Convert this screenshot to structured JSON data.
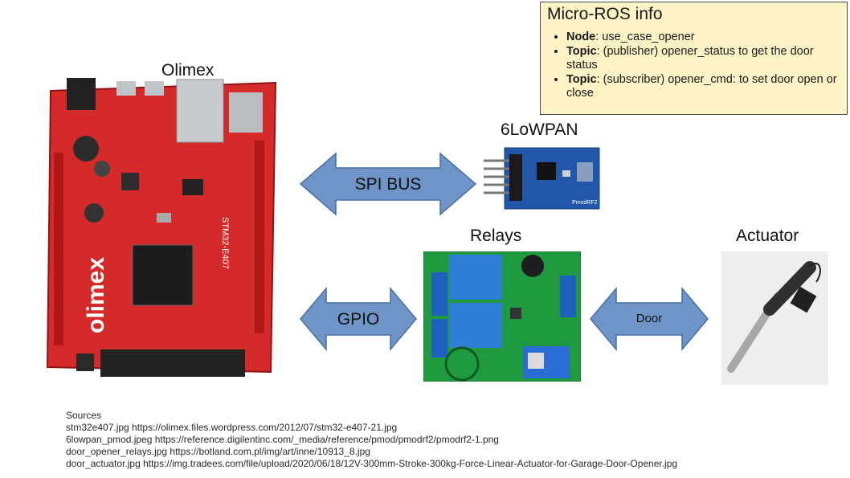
{
  "info_box": {
    "title": "Micro-ROS info",
    "items": [
      {
        "key": "Node",
        "text": ": use_case_opener"
      },
      {
        "key": "Topic",
        "text": ": (publisher) opener_status to get the door status"
      },
      {
        "key": "Topic",
        "text": ": (subscriber) opener_cmd: to set door open or close"
      }
    ]
  },
  "labels": {
    "olimex": "Olimex",
    "sixlowpan": "6LoWPAN",
    "relays": "Relays",
    "actuator": "Actuator"
  },
  "arrows": {
    "spi": "SPI BUS",
    "gpio": "GPIO",
    "door": "Door"
  },
  "board_text": {
    "olimex_brand": "olimex",
    "olimex_model": "STM32-E407",
    "pmod_model": "PmodRF2"
  },
  "sources": {
    "heading": "Sources",
    "lines": [
      "stm32e407.jpg https://olimex.files.wordpress.com/2012/07/stm32-e407-21.jpg",
      "6lowpan_pmod.jpeg https://reference.digilentinc.com/_media/reference/pmod/pmodrf2/pmodrf2-1.png",
      "door_opener_relays.jpg https://botland.com.pl/img/art/inne/10913_8.jpg",
      "door_actuator.jpg https://img.tradees.com/file/upload/2020/06/18/12V-300mm-Stroke-300kg-Force-Linear-Actuator-for-Garage-Door-Opener.jpg"
    ]
  },
  "colors": {
    "arrow_fill": "#6f95c8",
    "arrow_stroke": "#4a6fa0",
    "info_bg": "#fdf3c6",
    "board_red": "#d42a2a",
    "pmod_blue": "#2156a8",
    "relay_green": "#1f9a3f"
  }
}
